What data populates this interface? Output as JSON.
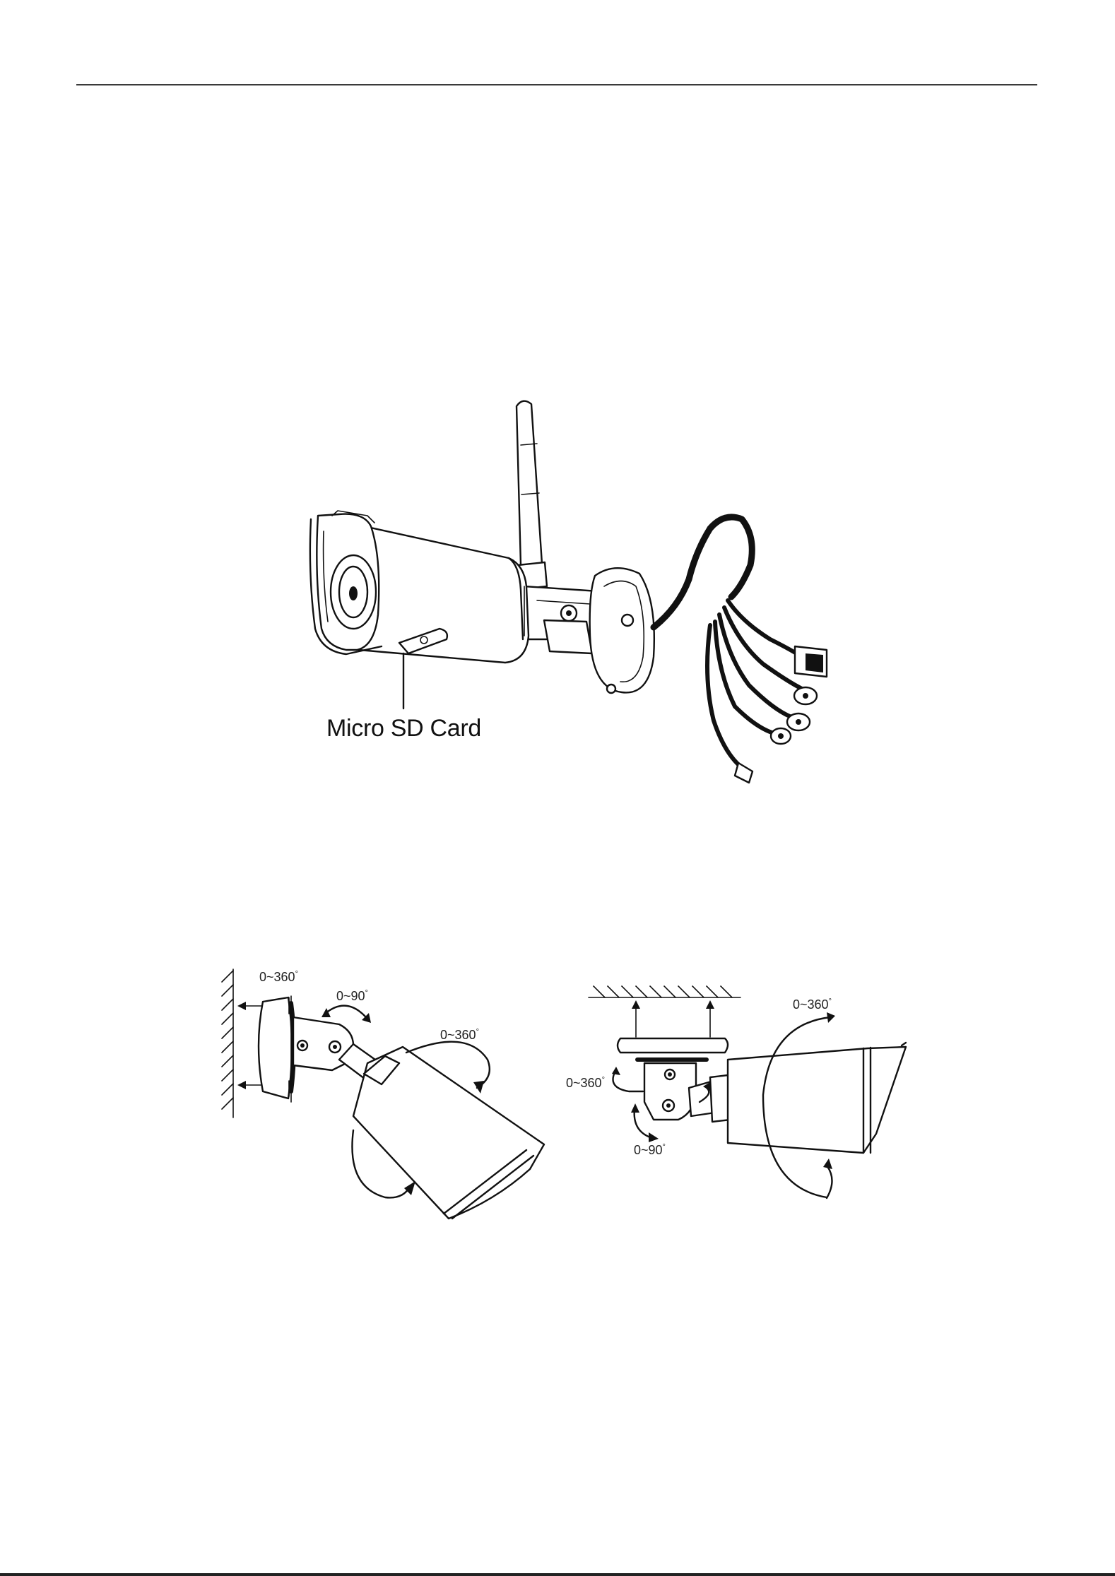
{
  "figure_1": {
    "callout_label": "Micro SD Card"
  },
  "figure_2": {
    "wall_mount": {
      "base_rotation": "0~360",
      "tilt": "0~90",
      "body_rotation": "0~360",
      "degree_symbol": "°"
    },
    "ceiling_mount": {
      "body_rotation": "0~360",
      "base_rotation": "0~360",
      "tilt": "0~90",
      "degree_symbol": "°"
    }
  }
}
